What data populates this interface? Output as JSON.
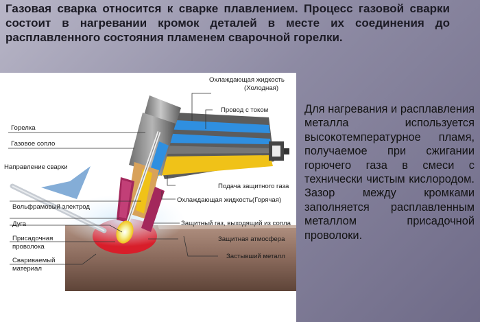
{
  "slide": {
    "title": "Газовая сварка относится к сварке плавлением. Процесс газовой сварки состоит в нагревании кромок деталей в месте их соединения до расплавленного состояния пламенем сварочной горелки.",
    "description": "Для нагревания и расплавления металла используется высокотемпературное пламя, получаемое при сжигании горючего газа в смеси с технически чистым кислородом. Зазор между кромками заполняется расплавленным металлом присадочной проволоки."
  },
  "diagram": {
    "labels": {
      "coolant_cold_1": "Охлаждающая жидкость",
      "coolant_cold_2": "(Холодная)",
      "current_wire": "Провод с током",
      "torch": "Горелка",
      "gas_nozzle": "Газовое сопло",
      "weld_direction": "Направление сварки",
      "shield_gas_feed": "Подача защитного газа",
      "coolant_hot": "Охлаждающая жидкость(Горячая)",
      "tungsten_electrode": "Вольфрамовый электрод",
      "shield_gas_out": "Защитный газ, выходящий из сопла",
      "arc": "Дуга",
      "filler_wire_1": "Присадочная",
      "filler_wire_2": "проволока",
      "protective_atmosphere": "Защитная атмосфера",
      "base_material_1": "Свариваемый",
      "base_material_2": "материал",
      "solidified_metal": "Застывший металл"
    },
    "colors": {
      "coolant_cold": "#2f8fe0",
      "coolant_hot": "#f0c218",
      "nozzle": "#a3285c",
      "copper": "#d8a25a",
      "arrow": "#6f9fd0",
      "weld_pool": "#d81e2a",
      "base_metal": "#8a6a5c",
      "handle": "#8a8a8a"
    }
  }
}
